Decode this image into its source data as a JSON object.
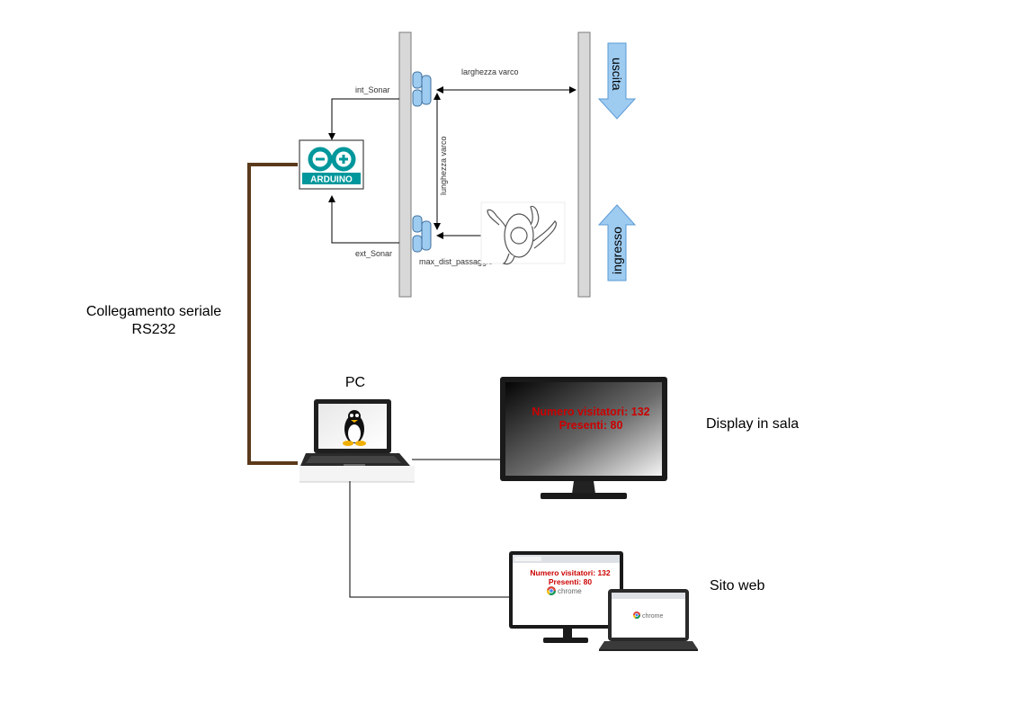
{
  "diagram": {
    "gate": {
      "int_sonar_label": "int_Sonar",
      "ext_sonar_label": "ext_Sonar",
      "larghezza_label": "larghezza varco",
      "lunghezza_label": "lunghezza varco",
      "max_dist_label": "max_dist_passaggio",
      "uscita_label": "uscita",
      "ingresso_label": "ingresso"
    },
    "arduino": {
      "logo_text": "ARDUINO"
    },
    "serial": {
      "line1": "Collegamento seriale",
      "line2": "RS232"
    },
    "pc": {
      "label": "PC"
    },
    "display": {
      "label": "Display in sala",
      "line1": "Numero visitatori: 132",
      "line2": "Presenti: 80"
    },
    "web": {
      "label": "Sito web",
      "line1": "Numero visitatori: 132",
      "line2": "Presenti: 80",
      "browser_brand": "chrome",
      "laptop_brand": "chrome"
    },
    "colors": {
      "serial_cable": "#5a3a1a",
      "arrow_fill": "#9ecbf0",
      "arrow_stroke": "#5b9bd5",
      "screen_text": "#cc0000",
      "arduino_teal": "#00979c"
    }
  }
}
